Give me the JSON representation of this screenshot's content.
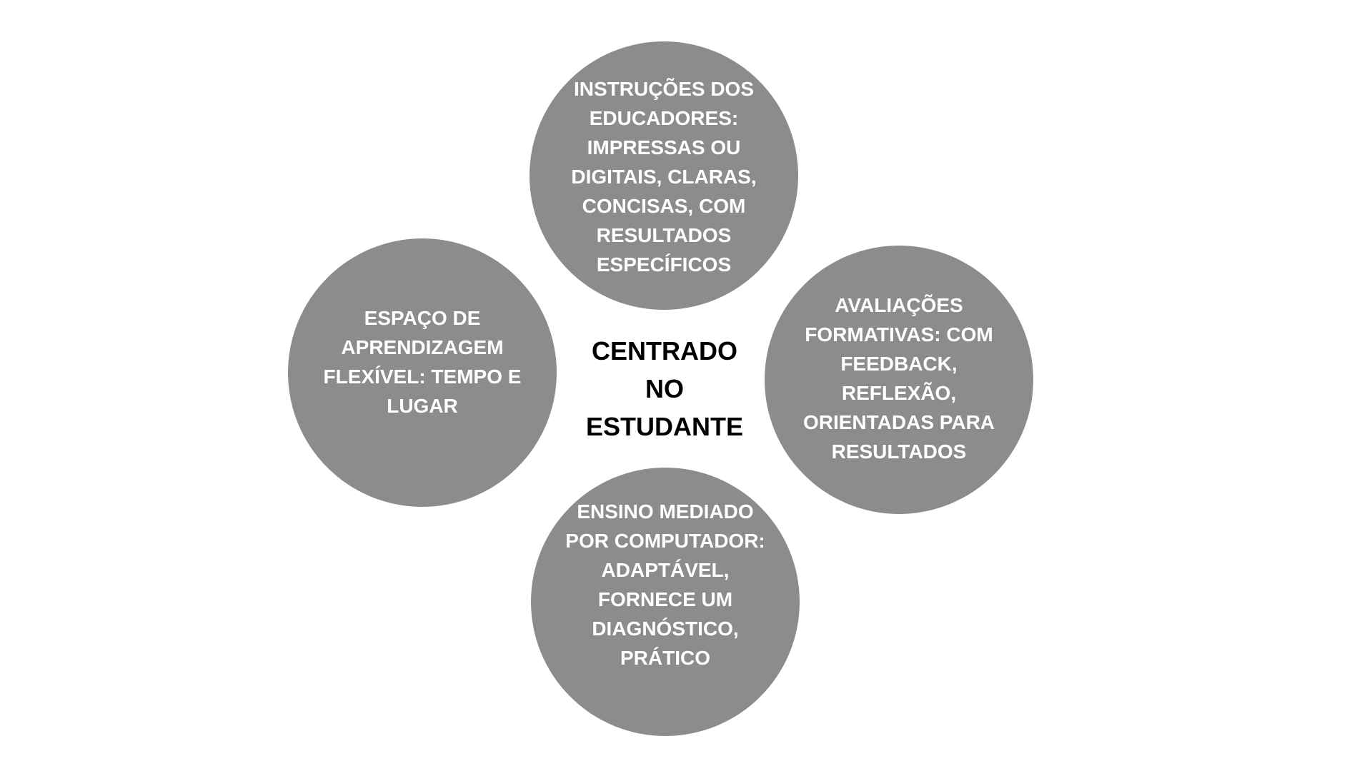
{
  "diagram": {
    "center": {
      "text": "CENTRADO\nNO\nESTUDANTE"
    },
    "nodes": {
      "top": "INSTRUÇÕES DOS\nEDUCADORES:\nIMPRESSAS OU\nDIGITAIS, CLARAS,\nCONCISAS, COM\nRESULTADOS\nESPECÍFICOS",
      "left": "ESPAÇO DE\nAPRENDIZAGEM\nFLEXÍVEL: TEMPO E\nLUGAR",
      "right": "AVALIAÇÕES\nFORMATIVAS: COM\nFEEDBACK,\nREFLEXÃO,\nORIENTADAS PARA\nRESULTADOS",
      "bottom": "ENSINO MEDIADO\nPOR COMPUTADOR:\nADAPTÁVEL,\nFORNECE UM\nDIAGNÓSTICO,\nPRÁTICO"
    },
    "colors": {
      "circle_fill": "#8c8c8c",
      "circle_text": "#ffffff",
      "center_text": "#000000",
      "background": "#ffffff"
    }
  }
}
